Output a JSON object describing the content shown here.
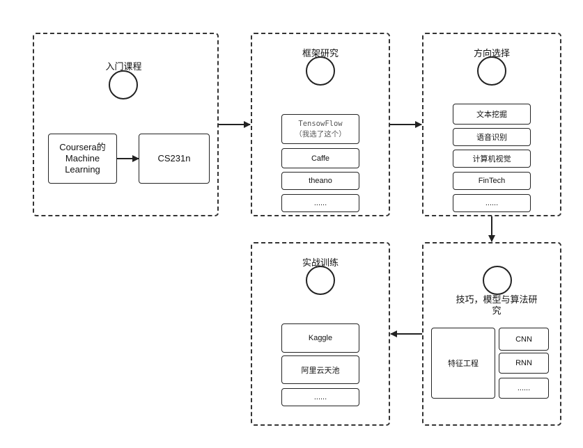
{
  "groups": {
    "intro": {
      "title": "入门课程",
      "items": [
        "Coursera的 Machine Learning",
        "CS231n"
      ]
    },
    "frameworks": {
      "title": "框架研究",
      "items": [
        {
          "line1": "TensowFlow",
          "line2": "（我选了这个）"
        },
        "Caffe",
        "theano",
        "......"
      ]
    },
    "directions": {
      "title": "方向选择",
      "items": [
        "文本挖掘",
        "语音识别",
        "计算机视觉",
        "FinTech",
        "......"
      ]
    },
    "techniques": {
      "title": "技巧，模型与算法研究",
      "items": [
        "特征工程",
        "CNN",
        "RNN",
        "......"
      ]
    },
    "practice": {
      "title": "实战训练",
      "items": [
        "Kaggle",
        "阿里云天池",
        "......"
      ]
    }
  }
}
